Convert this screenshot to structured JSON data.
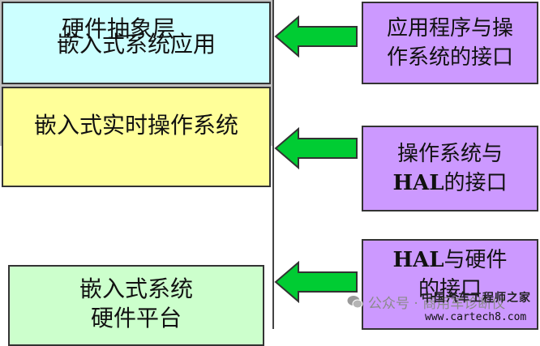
{
  "layers": {
    "app": "嵌入式系统应用",
    "rtos": "嵌入式实时操作系统",
    "hal": "硬件抽象层",
    "hw_line1": "嵌入式系统",
    "hw_line2": "硬件平台"
  },
  "interfaces": {
    "app_line1": "应用程序与操",
    "app_line2": "作系统的接口",
    "hal_line1": "操作系统与",
    "hal_bold": "HAL",
    "hal_line2_rest": "的接口",
    "hw_bold": "HAL",
    "hw_line1_rest": "与硬件",
    "hw_line2": "的接口"
  },
  "watermark": {
    "account": "公众号 · 商用车诊断仪",
    "logo": "中国汽车工程师之家",
    "url": "www.cartech8.com"
  },
  "colors": {
    "app_layer": "#ccffff",
    "rtos_layer": "#ffff99",
    "hal_layer": "#c0c0c0",
    "hw_layer": "#ccffcc",
    "interface_box": "#cc99ff",
    "arrow": "#00cc33"
  }
}
